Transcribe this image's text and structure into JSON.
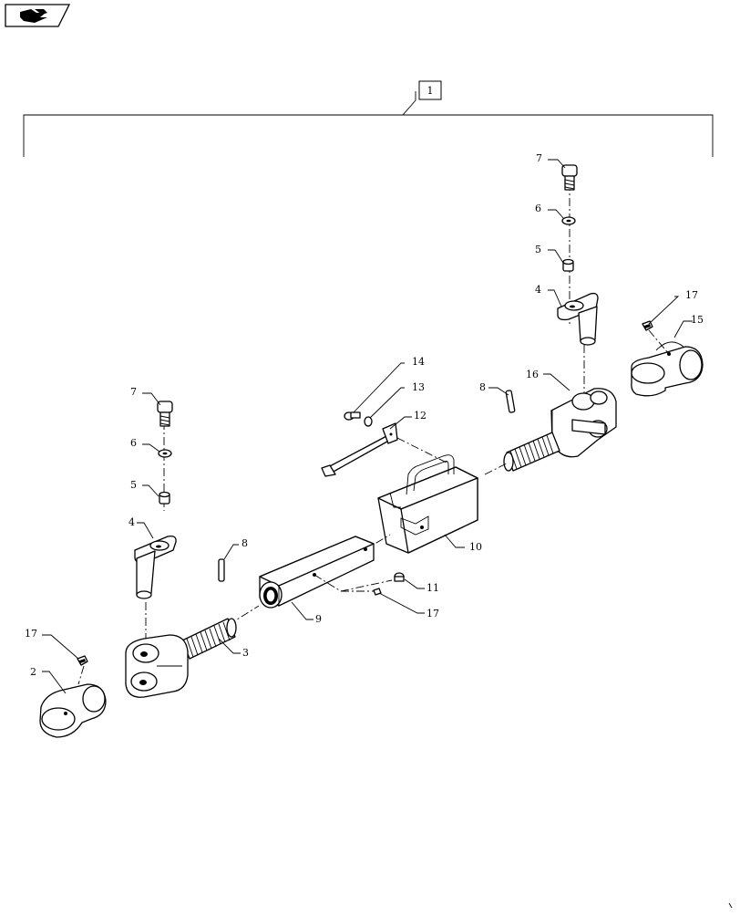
{
  "nav": {
    "icon": "forward-arrow-icon"
  },
  "assembly": {
    "label": "1"
  },
  "callouts": {
    "c7r": "7",
    "c6r": "6",
    "c5r": "5",
    "c4r": "4",
    "c17r": "17",
    "c15": "15",
    "c16": "16",
    "c8r": "8",
    "c14": "14",
    "c13": "13",
    "c12": "12",
    "c10": "10",
    "c7l": "7",
    "c6l": "6",
    "c5l": "5",
    "c4l": "4",
    "c8l": "8",
    "c11": "11",
    "c17m": "17",
    "c9": "9",
    "c3": "3",
    "c17l": "17",
    "c2": "2"
  },
  "colors": {
    "line": "#000000",
    "background": "#ffffff"
  }
}
